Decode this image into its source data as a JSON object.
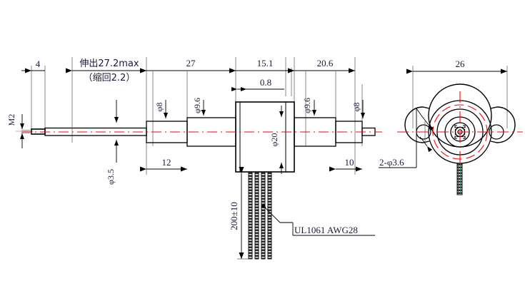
{
  "drawing": {
    "title": "Linear actuator / stepper motor outline dimension drawing",
    "units": "mm",
    "colors": {
      "outline": "#000000",
      "dimension_line": "#000000",
      "dimension_text": "#1a1a3c",
      "centerline": "#ff0000",
      "hidden_circle": "#ff0000",
      "wire_fill": "#1a1a1a"
    }
  },
  "side_view": {
    "top_dimensions": [
      {
        "id": "d-4",
        "label": "4"
      },
      {
        "id": "d-stroke",
        "label": "伸出27.2max"
      },
      {
        "id": "d-stroke-retract",
        "label": "（缩回2.2）"
      },
      {
        "id": "d-27",
        "label": "27"
      },
      {
        "id": "d-15-1",
        "label": "15.1"
      },
      {
        "id": "d-20-6",
        "label": "20.6"
      }
    ],
    "inner_dimensions": [
      {
        "id": "d-0-8",
        "label": "0.8"
      }
    ],
    "diameter_labels": [
      {
        "id": "dia-m2",
        "label": "M2"
      },
      {
        "id": "dia-3-5",
        "label": "φ3.5"
      },
      {
        "id": "dia-8-left",
        "label": "φ8"
      },
      {
        "id": "dia-9-6-left",
        "label": "φ9.6"
      },
      {
        "id": "dia-20",
        "label": "φ20"
      },
      {
        "id": "dia-9-6-right",
        "label": "φ9.6"
      },
      {
        "id": "dia-8-right",
        "label": "φ8"
      }
    ],
    "bottom_dimensions": [
      {
        "id": "d-12",
        "label": "12"
      },
      {
        "id": "d-10",
        "label": "10"
      }
    ],
    "cable": {
      "length_label": "200±10",
      "spec_label": "UL1061  AWG28",
      "wire_count": 4
    }
  },
  "end_view": {
    "width_dimension": "26",
    "hole_callout": "2-φ3.6"
  }
}
